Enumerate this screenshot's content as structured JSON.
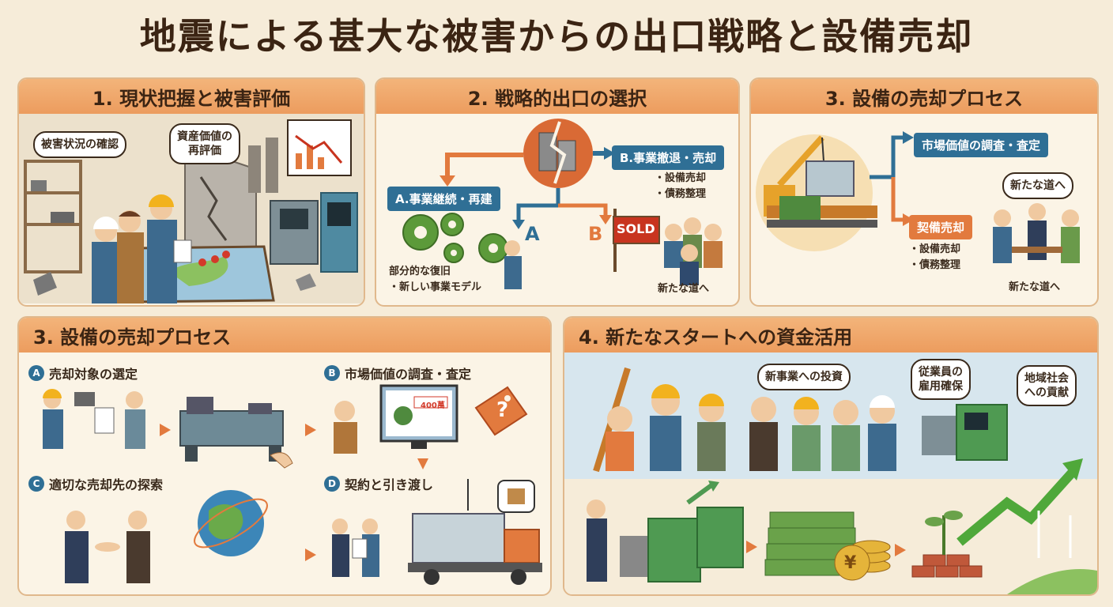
{
  "title": "地震による甚大な被害からの出口戦略と設備売却",
  "panel1": {
    "heading": "1. 現状把握と被害評価",
    "bubble_damage": "被害状況の確認",
    "bubble_reval_l1": "資産価値の",
    "bubble_reval_l2": "再評価"
  },
  "panel2": {
    "heading": "2. 戦略的出口の選択",
    "option_a": "A.事業継続・再建",
    "option_b": "B.事業撤退・売却",
    "b_items": [
      "・設備売却",
      "・債務整理"
    ],
    "a_items": [
      "部分的な復旧",
      "・新しい事業モデル"
    ],
    "letter_a": "A",
    "letter_b": "B",
    "sold_sign": "SOLD",
    "new_path": "新たな道へ"
  },
  "panel3": {
    "heading": "3. 設備の売却プロセス",
    "market_tag": "市場価値の調査・査定",
    "sale_tag": "契備売却",
    "sale_items": [
      "・設備売却",
      "・債務整理"
    ],
    "bubble_new": "新たな道へ",
    "caption_new": "新たな道へ"
  },
  "panel4": {
    "heading": "3. 設備の売却プロセス",
    "steps": [
      {
        "letter": "A",
        "label": "売却対象の選定"
      },
      {
        "letter": "B",
        "label": "市場価値の調査・査定"
      },
      {
        "letter": "C",
        "label": "適切な売却先の探索"
      },
      {
        "letter": "D",
        "label": "契約と引き渡し"
      }
    ],
    "screen_text": "400萬",
    "price_mark": "?"
  },
  "panel5": {
    "heading": "4. 新たなスタートへの資金活用",
    "bubble_invest": "新事業への投資",
    "bubble_employ_l1": "従業員の",
    "bubble_employ_l2": "雇用確保",
    "bubble_region_l1": "地域社会",
    "bubble_region_l2": "への貢献",
    "coin_symbol": "¥"
  },
  "colors": {
    "header": "#ec9c5e",
    "panel_border": "#e0b88c",
    "blue_tag": "#2f6f95",
    "orange_tag": "#e27a3e",
    "gear_green": "#5c9a3a"
  }
}
